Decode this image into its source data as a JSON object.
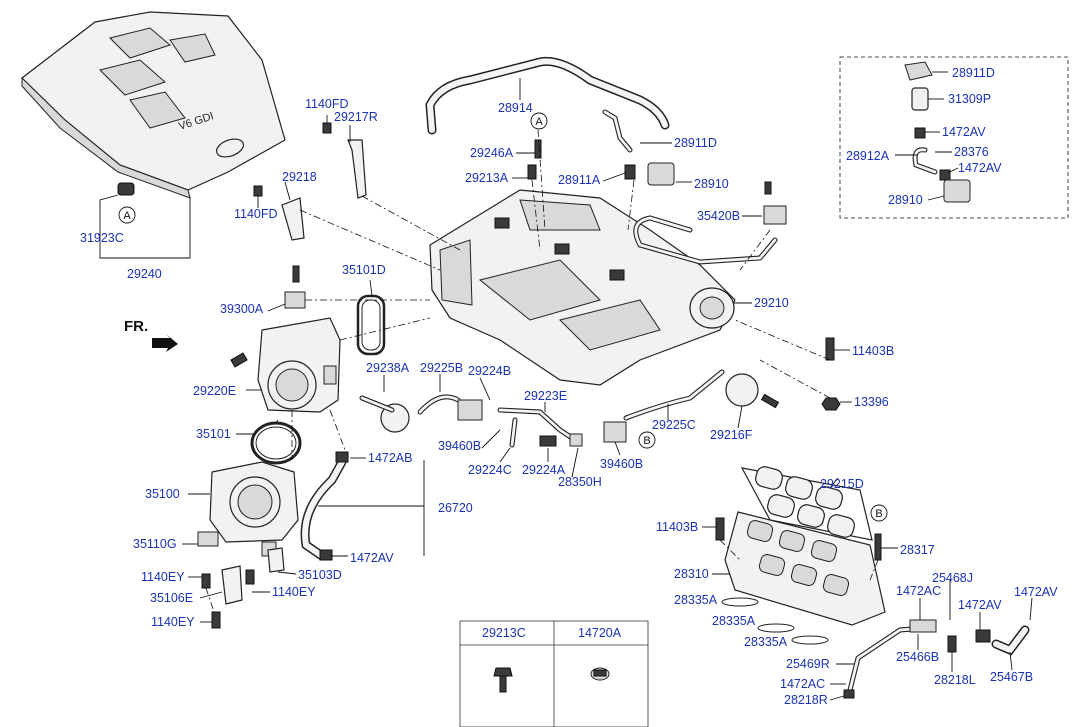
{
  "labels": {
    "p29240": "29240",
    "p31923C": "31923C",
    "p1140FD_a": "1140FD",
    "p29217R": "29217R",
    "p29218": "29218",
    "p1140FD_b": "1140FD",
    "p28914": "28914",
    "p29246A": "29246A",
    "p29213A": "29213A",
    "p28911D_a": "28911D",
    "p28911A": "28911A",
    "p28910_a": "28910",
    "p35420B": "35420B",
    "p35101D": "35101D",
    "p39300A": "39300A",
    "p29210": "29210",
    "p11403B_a": "11403B",
    "p13396": "13396",
    "p29238A": "29238A",
    "p29225B": "29225B",
    "p29224B": "29224B",
    "p29220E": "29220E",
    "p29223E": "29223E",
    "p29225C": "29225C",
    "p29216F": "29216F",
    "p35101": "35101",
    "p39460B_a": "39460B",
    "p39460B_b": "39460B",
    "p1472AB": "1472AB",
    "p29224C": "29224C",
    "p29224A": "29224A",
    "p28350H": "28350H",
    "p35100": "35100",
    "p26720": "26720",
    "p29215D": "29215D",
    "p11403B_b": "11403B",
    "p35110G": "35110G",
    "p1472AV_a": "1472AV",
    "p28317": "28317",
    "p35103D": "35103D",
    "p1140EY_a": "1140EY",
    "p28310": "28310",
    "p25468J": "25468J",
    "p1472AC_a": "1472AC",
    "p1472AV_b": "1472AV",
    "p1472AV_c": "1472AV",
    "p35106E": "35106E",
    "p1140EY_b": "1140EY",
    "p28335A_a": "28335A",
    "p28335A_b": "28335A",
    "p28335A_c": "28335A",
    "p1140EY_c": "1140EY",
    "p25466B": "25466B",
    "p25469R": "25469R",
    "p25467B": "25467B",
    "p1472AC_b": "1472AC",
    "p28218L": "28218L",
    "p28218R": "28218R",
    "ins28911D": "28911D",
    "ins31309P": "31309P",
    "ins1472AV_a": "1472AV",
    "ins28912A": "28912A",
    "ins28376": "28376",
    "ins1472AV_b": "1472AV",
    "ins28910": "28910",
    "fr": "FR.",
    "engine_cover_text": "V6 GDI"
  },
  "markers": {
    "a1": "A",
    "a2": "A",
    "b1": "B",
    "b2": "B"
  },
  "table": {
    "col1": "29213C",
    "col2": "14720A"
  }
}
